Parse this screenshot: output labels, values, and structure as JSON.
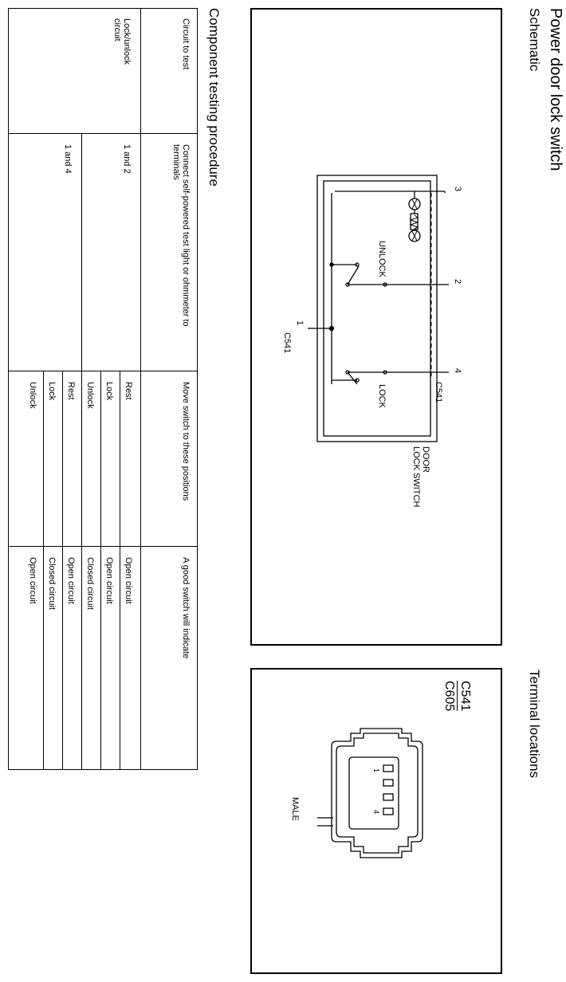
{
  "title": "Power door lock switch",
  "schematic": {
    "heading": "Schematic",
    "labels": {
      "pin3": "3",
      "pin2": "2",
      "pin4": "4",
      "pin1": "1",
      "c541_top": "C541",
      "c541_bottom": "C541",
      "unlock": "UNLOCK",
      "lock": "LOCK",
      "component_line1": "DOOR",
      "component_line2": "LOCK SWITCH"
    }
  },
  "terminal_locations": {
    "heading": "Terminal locations",
    "connector_codes": [
      "C541",
      "C605"
    ],
    "pin_labels": [
      "1",
      "4"
    ],
    "gender": "MALE"
  },
  "component_testing": {
    "heading": "Component testing procedure",
    "headers": {
      "circuit": "Circuit to test",
      "connect": "Connect self-powered test light or ohmmeter to terminals",
      "positions": "Move switch to these positions",
      "result": "A good switch will indicate"
    },
    "circuit_name": "Lock/unlock circuit",
    "groups": [
      {
        "terminals": "1 and 2",
        "rows": [
          {
            "position": "Rest",
            "result": "Open circuit"
          },
          {
            "position": "Lock",
            "result": "Open circuit"
          },
          {
            "position": "Unlock",
            "result": "Closed circuit"
          }
        ]
      },
      {
        "terminals": "1 and 4",
        "rows": [
          {
            "position": "Rest",
            "result": "Open circuit"
          },
          {
            "position": "Lock",
            "result": "Closed circuit"
          },
          {
            "position": "Unlock",
            "result": "Open circuit"
          }
        ]
      }
    ]
  }
}
